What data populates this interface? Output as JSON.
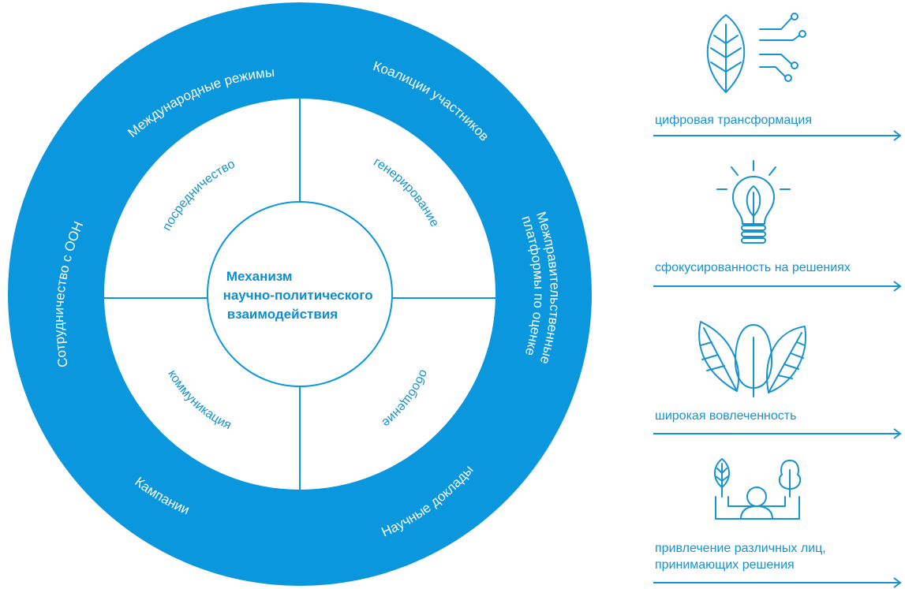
{
  "diagram": {
    "center_title": "Механизм научно-политического взаимодействия",
    "center_lines": [
      "Механизм",
      "научно-политического",
      "взаимодействия"
    ],
    "inner_segments": [
      {
        "id": "top-left",
        "label": "посредничество"
      },
      {
        "id": "top-right",
        "label": "генерирование"
      },
      {
        "id": "bottom-left",
        "label": "коммуникация"
      },
      {
        "id": "bottom-right",
        "label": "обобщение"
      }
    ],
    "outer_ring": [
      {
        "id": "intl-regimes",
        "label": "Международные режимы"
      },
      {
        "id": "coalitions",
        "label": "Коалиции участников"
      },
      {
        "id": "intergov-platforms",
        "lines": [
          "Межправительственные",
          "платформы по оценке"
        ]
      },
      {
        "id": "scientific-reports",
        "label": "Научные доклады"
      },
      {
        "id": "campaigns",
        "label": "Кампании"
      },
      {
        "id": "un-cooperation",
        "label": "Сотрудничество с ООН"
      }
    ],
    "colors": {
      "ring": "#0a97dd",
      "text_on_ring": "#ffffff",
      "inner_text": "#1793d1",
      "center_text": "#0a8fd3",
      "lines": "#0a97dd"
    }
  },
  "sidebar": {
    "items": [
      {
        "icon": "leaf-circuit-icon",
        "lines": [
          "цифровая трансформация"
        ]
      },
      {
        "icon": "lightbulb-leaf-icon",
        "lines": [
          "сфокусированность на решениях"
        ]
      },
      {
        "icon": "leaves-group-icon",
        "lines": [
          "широкая вовлеченность"
        ]
      },
      {
        "icon": "person-with-trees-icon",
        "lines": [
          "привлечение различных лиц,",
          "принимающих решения"
        ]
      }
    ]
  }
}
